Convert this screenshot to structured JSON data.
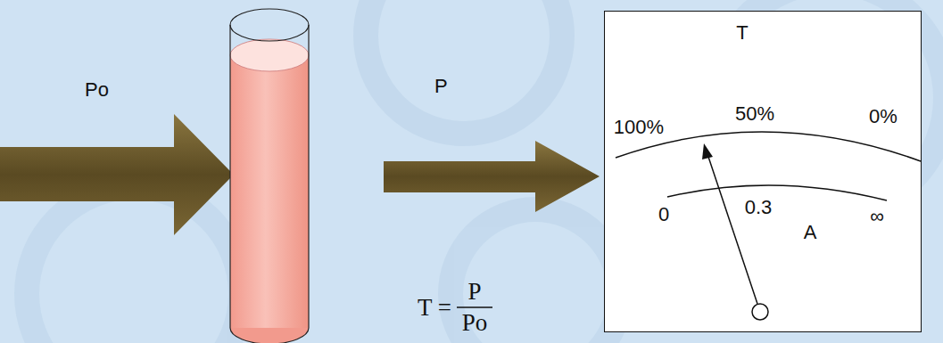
{
  "diagram": {
    "nodes": [
      {
        "text": [
          "T",
          "100%",
          "50%",
          "0%",
          "0",
          "0.3",
          "A",
          "∞"
        ]
      }
    ],
    "labels": [
      "Po",
      "P",
      "T =",
      "P",
      "Po"
    ]
  }
}
